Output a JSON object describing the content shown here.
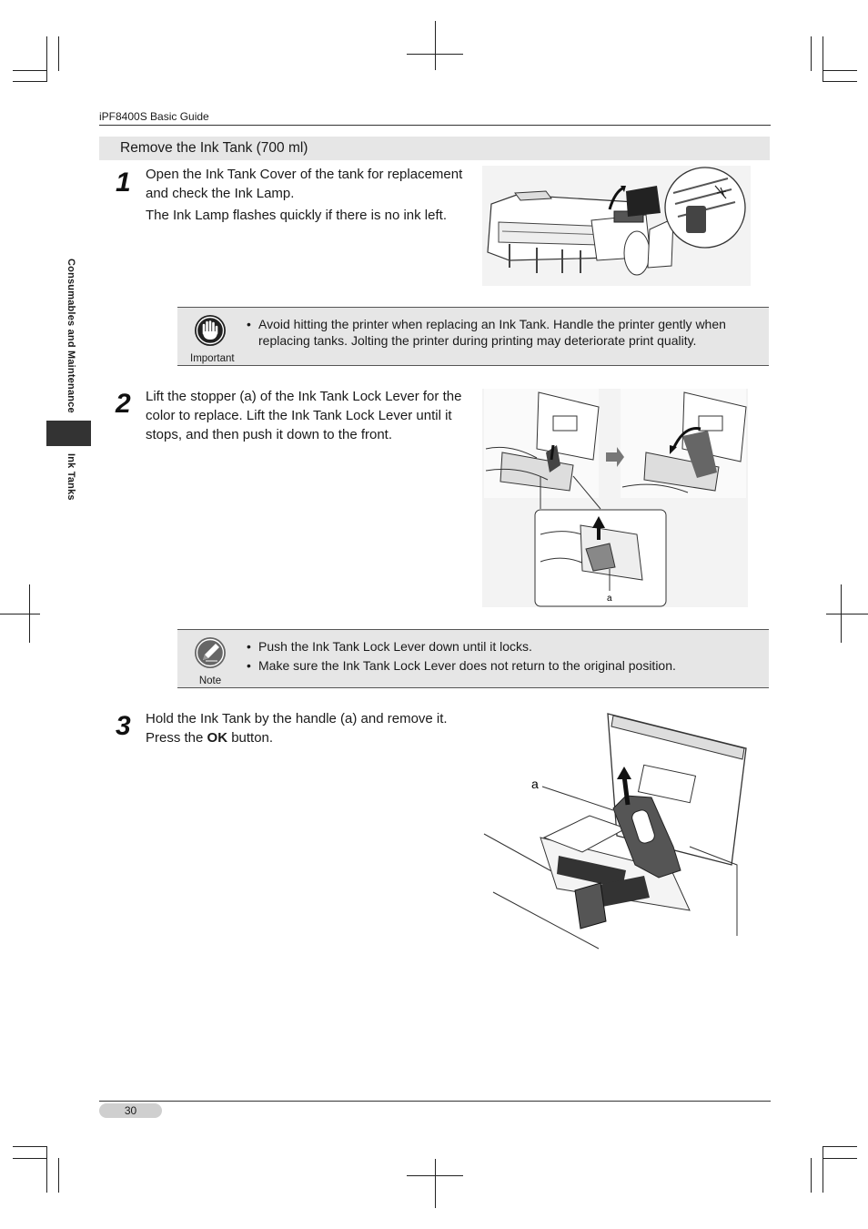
{
  "header": {
    "title": "iPF8400S Basic Guide"
  },
  "section": {
    "title": "Remove the Ink Tank (700 ml)"
  },
  "sidebar": {
    "chapter": "Consumables and Maintenance",
    "topic": "Ink Tanks"
  },
  "steps": [
    {
      "number": "1",
      "paragraphs": [
        "Open the Ink Tank Cover of the tank for replacement and check the Ink Lamp.",
        "The Ink Lamp flashes quickly if there is no ink left."
      ]
    },
    {
      "number": "2",
      "paragraphs": [
        "Lift the stopper (a) of the Ink Tank Lock Lever for the color to replace. Lift the Ink Tank Lock Lever until it stops, and then push it down to the front."
      ],
      "figure_label": "a"
    },
    {
      "number": "3",
      "text_before": "Hold the Ink Tank by the handle (a) and remove it. Press the ",
      "bold": "OK",
      "text_after": " button.",
      "figure_label": "a"
    }
  ],
  "important": {
    "label": "Important",
    "icon": "hand-stop-icon",
    "items": [
      "Avoid hitting the printer when replacing an Ink Tank. Handle the printer gently when replacing tanks. Jolting the printer during printing may deteriorate print quality."
    ]
  },
  "note": {
    "label": "Note",
    "icon": "pencil-icon",
    "items": [
      "Push the Ink Tank Lock Lever down until it locks.",
      "Make sure the Ink Tank Lock Lever does not return to the original position."
    ]
  },
  "footer": {
    "page_number": "30"
  },
  "colors": {
    "box_background": "#e6e6e6",
    "sidebar_tab": "#333333",
    "page_pill": "#cfcfcf"
  }
}
